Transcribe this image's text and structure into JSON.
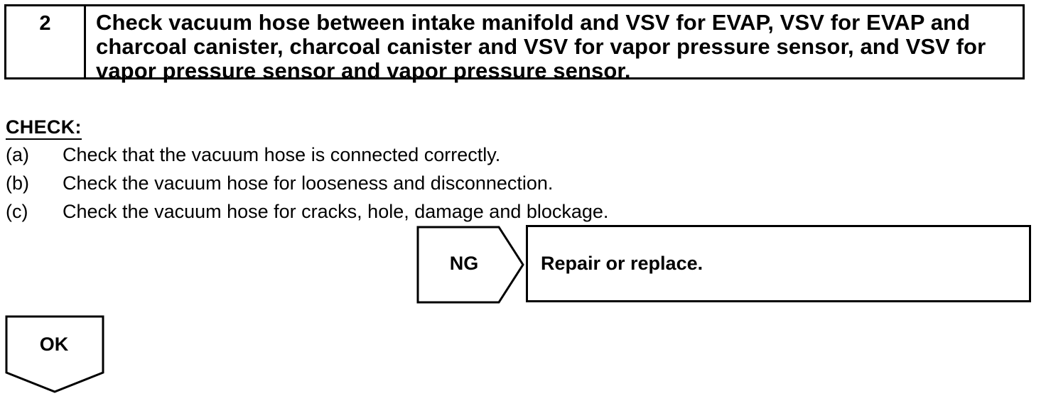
{
  "step": {
    "number": "2",
    "title": "Check vacuum hose between intake manifold and VSV for EVAP, VSV for EVAP and charcoal canister, charcoal canister and VSV for vapor pressure sensor, and VSV for vapor pressure sensor and vapor pressure sensor."
  },
  "check": {
    "heading": "CHECK:",
    "items": [
      {
        "marker": "(a)",
        "text": "Check that the vacuum hose is connected correctly."
      },
      {
        "marker": "(b)",
        "text": "Check the vacuum hose for looseness and disconnection."
      },
      {
        "marker": "(c)",
        "text": "Check the vacuum hose for cracks, hole, damage and blockage."
      }
    ]
  },
  "ng": {
    "label": "NG",
    "action": "Repair or replace."
  },
  "ok": {
    "label": "OK"
  }
}
